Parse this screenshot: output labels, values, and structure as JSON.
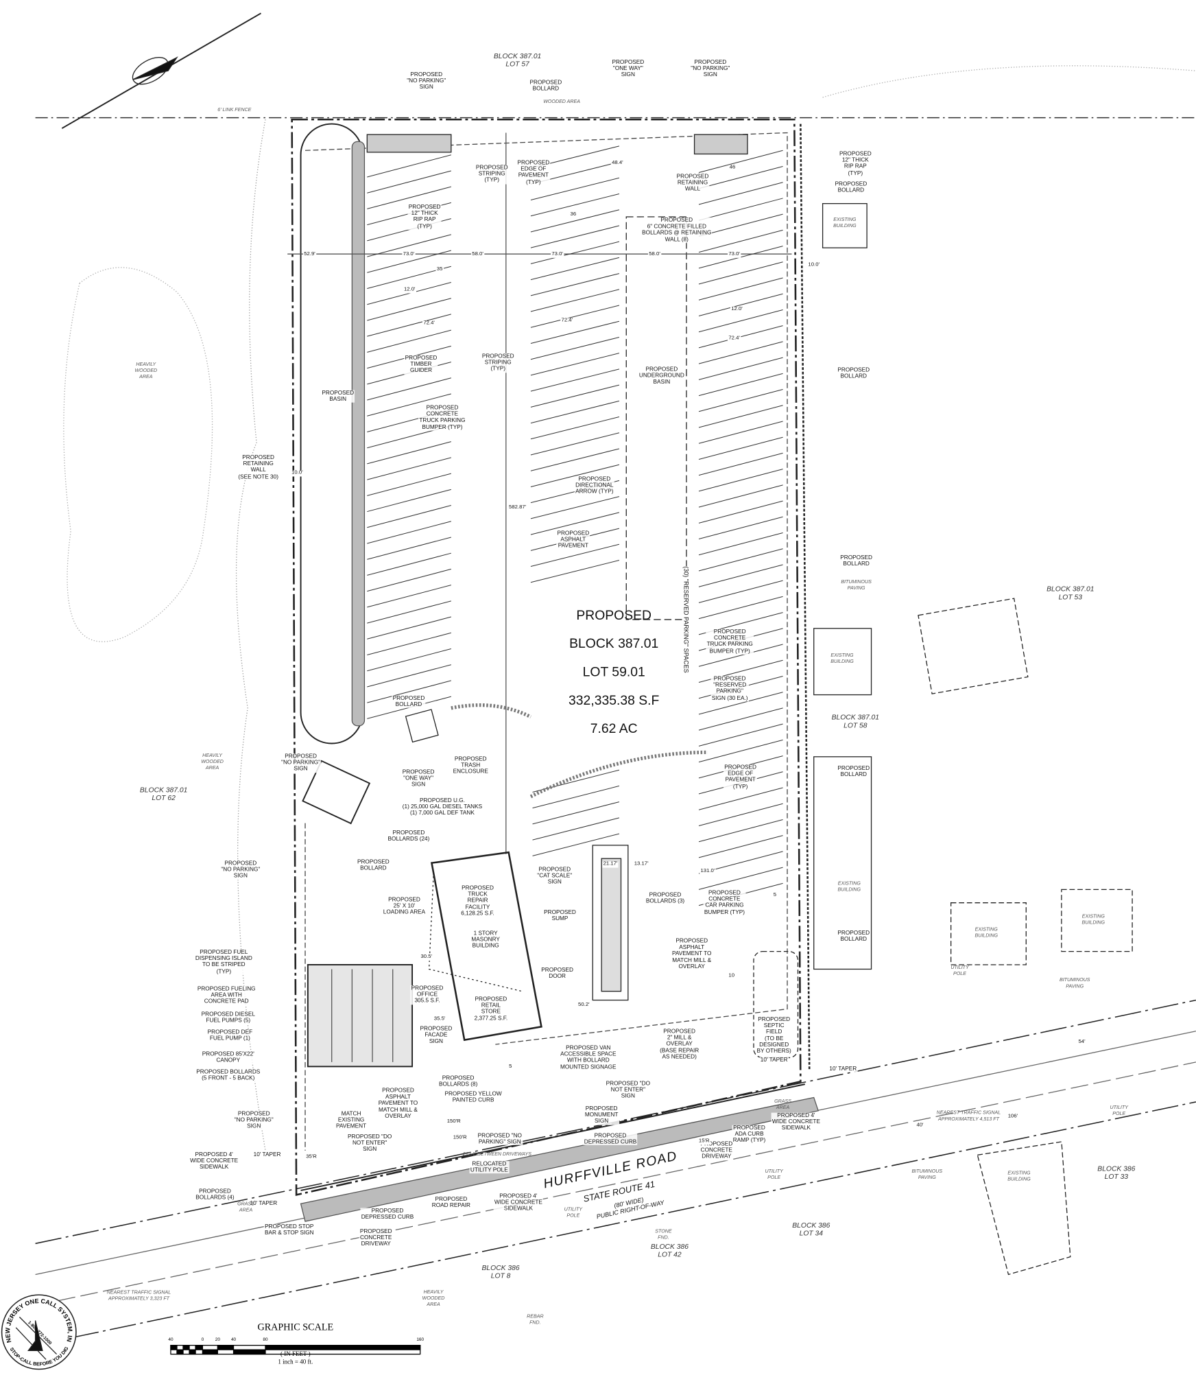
{
  "labels": [
    "PROPOSED\n\"NO PARKING\"\nSIGN",
    "PROPOSED\nBOLLARD",
    "PROPOSED\n\"ONE WAY\"\nSIGN",
    "PROPOSED\n\"NO PARKING\"\nSIGN",
    "PROPOSED\nSTRIPING\n(TYP)",
    "PROPOSED\nEDGE OF\nPAVEMENT\n(TYP)",
    "PROPOSED\nRETAINING\nWALL",
    "PROPOSED\n12\" THICK\nRIP RAP\n(TYP)",
    "PROPOSED\nBOLLARD",
    "PROPOSED\n6\" CONCRETE FILLED\nBOLLARDS @ RETAINING\nWALL (8)",
    "PROPOSED\n12\" THICK\nRIP RAP\n(TYP)",
    "PROPOSED\nTIMBER\nGUIDER",
    "PROPOSED\nSTRIPING\n(TYP)",
    "PROPOSED\nBASIN",
    "PROPOSED\nCONCRETE\nTRUCK PARKING\nBUMPER (TYP)",
    "PROPOSED\nUNDERGROUND\nBASIN",
    "PROPOSED\nBOLLARD",
    "PROPOSED\nRETAINING\nWALL\n(SEE NOTE 30)",
    "PROPOSED\nDIRECTIONAL\nARROW (TYP)",
    "PROPOSED\nASPHALT\nPAVEMENT",
    "PROPOSED\nBOLLARD",
    "PROPOSED\nCONCRETE\nTRUCK PARKING\nBUMPER (TYP)",
    "PROPOSED\n\"RESERVED\nPARKING\"\nSIGN (30 EA.)",
    "PROPOSED\nBOLLARD",
    "PROPOSED\nTRASH\nENCLOSURE",
    "PROPOSED\n\"NO PARKING\"\nSIGN",
    "PROPOSED\nEDGE OF\nPAVEMENT\n(TYP)",
    "PROPOSED\nBOLLARD",
    "PROPOSED\n\"ONE WAY\"\nSIGN",
    "PROPOSED U.G.\n(1) 25,000 GAL DIESEL TANKS\n(1) 7,000 GAL DEF TANK",
    "PROPOSED\nBOLLARDS (24)",
    "PROPOSED\n\"NO PARKING\"\nSIGN",
    "PROPOSED\nBOLLARD",
    "PROPOSED\n\"CAT SCALE\"\nSIGN",
    "PROPOSED\nTRUCK\nREPAIR\nFACILITY\n6,128.25 S.F.",
    "PROPOSED\n25' X 10'\nLOADING AREA",
    "PROPOSED\nBOLLARDS (3)",
    "PROPOSED\nCONCRETE\nCAR PARKING\nBUMPER (TYP)",
    "PROPOSED\nSUMP",
    "1 STORY\nMASONRY\nBUILDING",
    "PROPOSED\nBOLLARD",
    "PROPOSED\nASPHALT\nPAVEMENT TO\nMATCH MILL &\nOVERLAY",
    "PROPOSED FUEL\nDISPENSING ISLAND\nTO BE STRIPED\n(TYP)",
    "PROPOSED\nDOOR",
    "PROPOSED FUELING\nAREA WITH\nCONCRETE PAD",
    "PROPOSED\nOFFICE\n305.5 S.F.",
    "PROPOSED\nRETAIL\nSTORE\n2,377.25 S.F.",
    "PROPOSED\nSEPTIC\nFIELD\n(TO BE\nDESIGNED\nBY OTHERS)",
    "PROPOSED DIESEL\nFUEL PUMPS (5)",
    "PROPOSED\nFACADE\nSIGN",
    "PROPOSED DEF\nFUEL PUMP (1)",
    "PROPOSED\n2\" MILL &\nOVERLAY\n(BASE REPAIR\nAS NEEDED)",
    "PROPOSED 85'X22'\nCANOPY",
    "PROPOSED VAN\nACCESSIBLE SPACE\nWITH BOLLARD\nMOUNTED SIGNAGE",
    "PROPOSED BOLLARDS\n(5 FRONT - 5 BACK)",
    "10' TAPER",
    "10' TAPER",
    "PROPOSED\nBOLLARDS (8)",
    "PROPOSED YELLOW\nPAINTED CURB",
    "PROPOSED\nASPHALT\nPAVEMENT TO\nMATCH MILL &\nOVERLAY",
    "PROPOSED \"DO\nNOT ENTER\"\nSIGN",
    "PROPOSED 4'\nWIDE CONCRETE\nSIDEWALK",
    "PROPOSED\n\"NO PARKING\"\nSIGN",
    "MATCH\nEXISTING\nPAVEMENT",
    "PROPOSED\nMONUMENT\nSIGN",
    "PROPOSED\nDEPRESSED CURB",
    "PROPOSED\nADA CURB\nRAMP (TYP)",
    "PROPOSED\nCONCRETE\nDRIVEWAY",
    "PROPOSED \"DO\nNOT ENTER\"\nSIGN",
    "PROPOSED \"NO\nPARKING\" SIGN",
    "PROPOSED 4'\nWIDE CONCRETE\nSIDEWALK",
    "RELOCATED\nUTILITY POLE",
    "10' TAPER",
    "PROPOSED\nBOLLARDS (4)",
    "10' TAPER",
    "PROPOSED\nROAD REPAIR",
    "PROPOSED 4'\nWIDE CONCRETE\nSIDEWALK",
    "PROPOSED STOP\nBAR & STOP SIGN",
    "PROPOSED\nDEPRESSED CURB",
    "PROPOSED\nCONCRETE\nDRIVEWAY"
  ],
  "blocks": [
    "BLOCK 387.01\nLOT 57",
    "BLOCK 387.01\nLOT 53",
    "BLOCK 387.01\nLOT 58",
    "BLOCK 387.01\nLOT 62",
    "BLOCK 386\nLOT 33",
    "BLOCK 386\nLOT 34",
    "BLOCK 386\nLOT 42",
    "BLOCK 386\nLOT 8"
  ],
  "existing": [
    "EXISTING\nBUILDING",
    "EXISTING\nBUILDING",
    "EXISTING\nBUILDING",
    "EXISTING\nBUILDING",
    "EXISTING\nBUILDING",
    "EXISTING\nBUILDING",
    "HEAVILY\nWOODED\nAREA",
    "HEAVILY\nWOODED\nAREA",
    "HEAVILY\nWOODED\nAREA",
    "BITUMINOUS\nPAVING",
    "BITUMINOUS\nPAVING",
    "BITUMINOUS\nPAVING",
    "UTILITY\nPOLE",
    "UTILITY\nPOLE",
    "UTILITY\nPOLE",
    "UTILITY\nPOLE",
    "REBAR\nFND.",
    "STONE\nFND.",
    "GRASS\nAREA",
    "GRASS\nAREA",
    "NEAREST TRAFFIC SIGNAL\nAPPROXIMATELY 3,323 FT",
    "NEAREST TRAFFIC SIGNAL\nAPPROXIMATELY 4,513 FT",
    "212.1' BETWEEN DRIVEWAYS",
    "6' LINK FENCE",
    "WOODED AREA"
  ],
  "dims": [
    "52.9'",
    "73.0'",
    "58.0'",
    "73.0'",
    "58.0'",
    "73.0'",
    "72.4'",
    "72.4'",
    "72.4'",
    "12.0'",
    "12.0'",
    "48.4'",
    "10.0'",
    "10.0'",
    "582.87'",
    "131.0'",
    "50.2'",
    "30.5'",
    "35.5'",
    "21.17'",
    "13.17'",
    "150'R",
    "150'R",
    "35'R",
    "15'R",
    "40'",
    "106'",
    "54'"
  ],
  "stall_counts": [
    "35",
    "36",
    "46",
    "10",
    "5",
    "5"
  ],
  "lot": {
    "title": "PROPOSED",
    "block": "BLOCK 387.01",
    "lot": "LOT 59.01",
    "area_sf": "332,335.38 S.F",
    "area_ac": "7.62 AC"
  },
  "reserved_spaces": "(30) \"RESERVED PARKING\" SPACES",
  "road": {
    "name": "HURFFVILLE ROAD",
    "route": "STATE ROUTE 41",
    "row": "(80' WIDE)\nPUBLIC RIGHT-OF-WAY"
  },
  "scale": {
    "title": "GRAPHIC SCALE",
    "ticks": [
      "40",
      "0",
      "20",
      "40",
      "80",
      "160"
    ],
    "unit": "( IN FEET )\n1 inch = 40  ft."
  },
  "seal": {
    "top": "NEW JERSEY  ONE CALL SYSTEM, INC.",
    "phone": "1-800-272-1000",
    "bottom": "STOP-CALL BEFORE YOU DIG!"
  }
}
